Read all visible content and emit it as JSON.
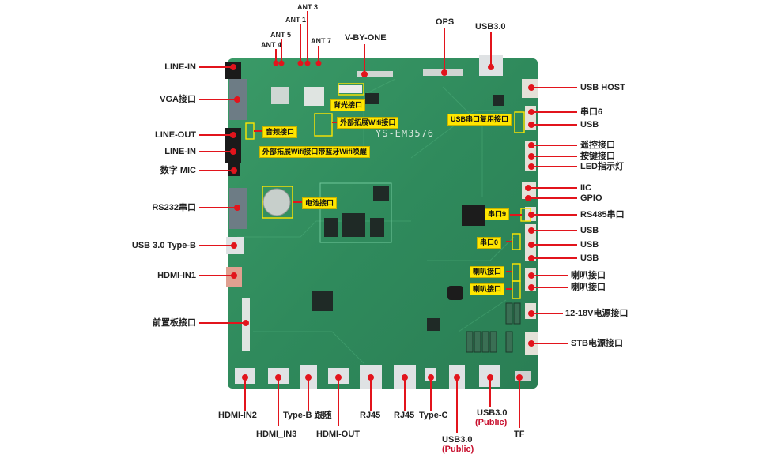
{
  "board": {
    "silkscreen": "YS-EM3576",
    "pcb_color": "#2f8a5c",
    "leader_color": "#e2141c",
    "tag_color": "#ffe600"
  },
  "left_labels": {
    "line_in_top": "LINE-IN",
    "vga": "VGA接口",
    "line_out": "LINE-OUT",
    "line_in_bottom": "LINE-IN",
    "digital_mic": "数字 MIC",
    "rs232": "RS232串口",
    "usb30_typeb": "USB 3.0 Type-B",
    "hdmi_in1": "HDMI-IN1",
    "front_panel": "前置板接口"
  },
  "right_labels": {
    "usb_host": "USB HOST",
    "uart6": "串口6",
    "usb_1": "USB",
    "remote": "遥控接口",
    "key": "按键接口",
    "led": "LED指示灯",
    "iic": "IIC",
    "gpio": "GPIO",
    "rs485": "RS485串口",
    "usb_2": "USB",
    "usb_3": "USB",
    "usb_4": "USB",
    "speaker_1": "喇叭接口",
    "speaker_2": "喇叭接口",
    "power_12_18v": "12-18V电源接口",
    "stb_power": "STB电源接口"
  },
  "top_labels": {
    "ant3": "ANT 3",
    "ant1": "ANT 1",
    "ant5": "ANT 5",
    "ant4": "ANT 4",
    "ant7": "ANT 7",
    "vbyone": "V-BY-ONE",
    "ops": "OPS",
    "usb30_top": "USB3.0"
  },
  "bottom_labels": {
    "hdmi_in2": "HDMI-IN2",
    "hdmi_in3": "HDMI_IN3",
    "typeb_follow": "Type-B 跟随",
    "hdmi_out": "HDMI-OUT",
    "rj45_1": "RJ45",
    "rj45_2": "RJ45",
    "typec": "Type-C",
    "usb30_a": "USB3.0",
    "usb30_a_public": "(Public)",
    "usb30_b": "USB3.0",
    "usb30_b_public": "(Public)",
    "tf": "TF"
  },
  "board_tags": {
    "backlight": "背光接口",
    "audio": "音频接口",
    "wifi_ext": "外部拓展Wifi接口",
    "wifi_bt": "外部拓展Wifi接口带蓝牙Wifi唤醒",
    "battery": "电池接口",
    "usb_uart_mux": "USB串口复用接口",
    "uart9": "串口9",
    "uart0": "串口0",
    "speaker_tag_1": "喇叭接口",
    "speaker_tag_2": "喇叭接口"
  }
}
